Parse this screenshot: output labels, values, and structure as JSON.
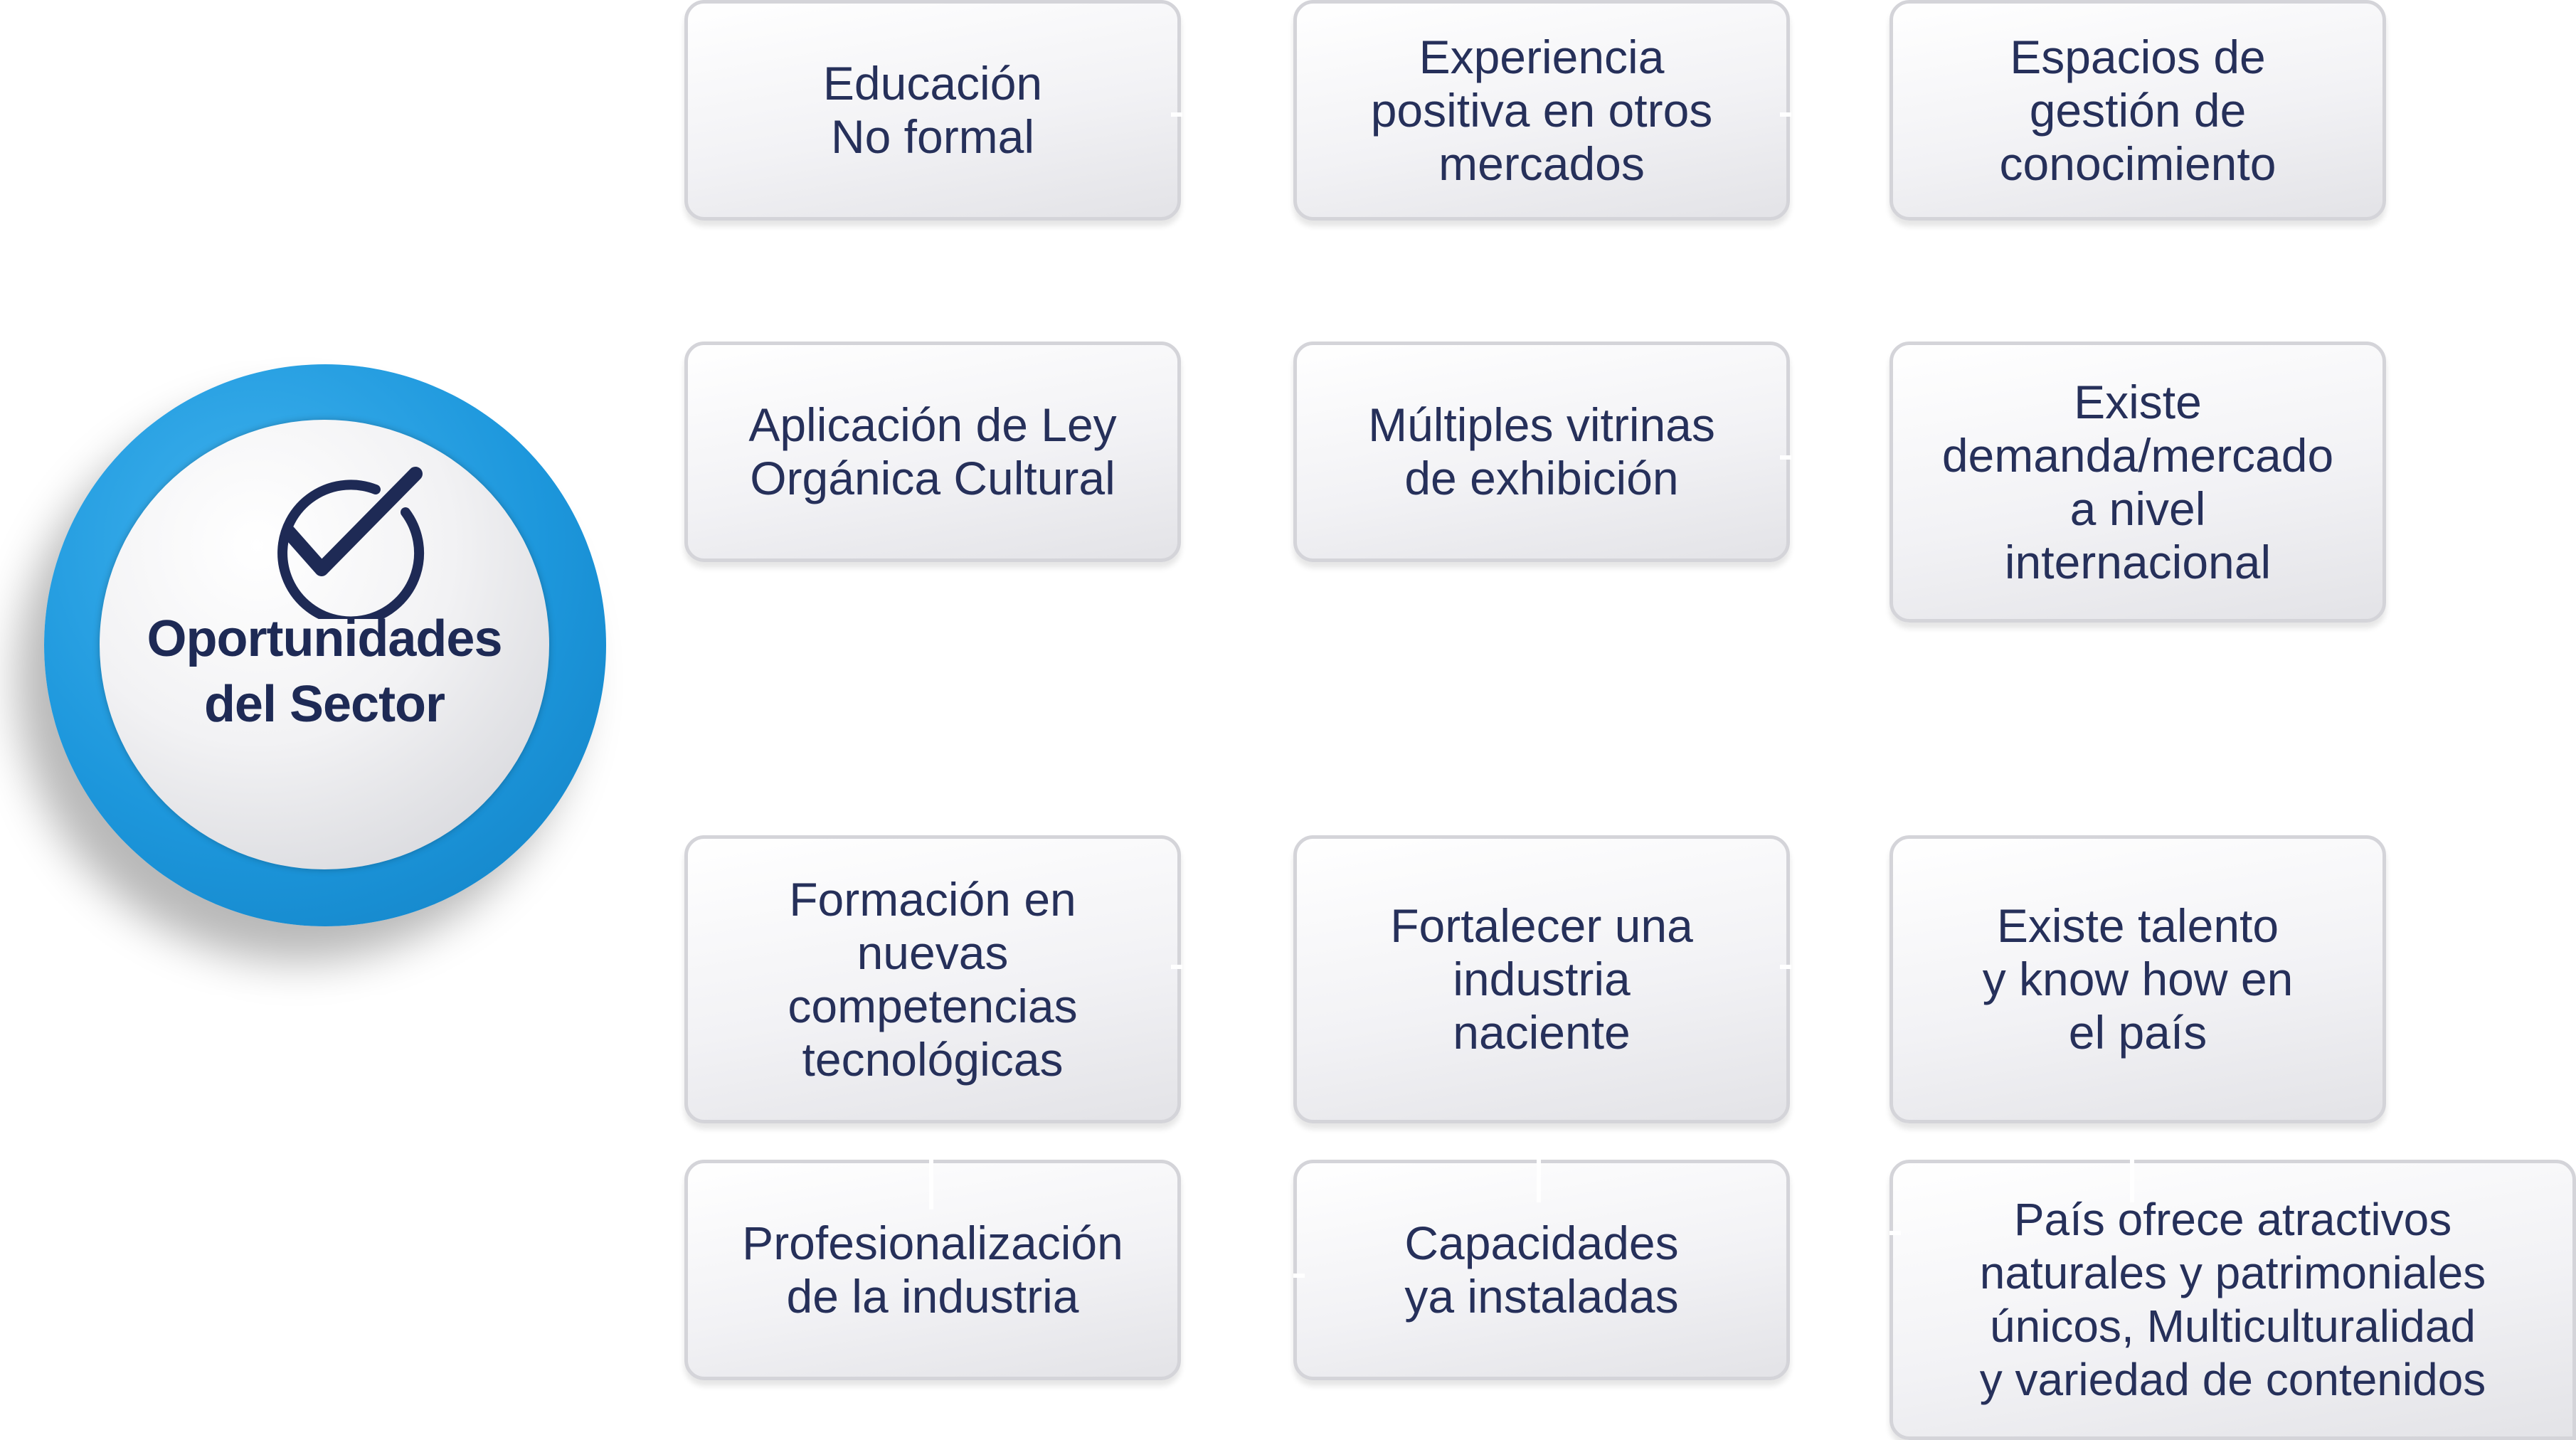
{
  "center": {
    "title_line1": "Oportunidades",
    "title_line2": "del Sector",
    "icon": "check-circle-icon"
  },
  "colors": {
    "ring_blue": "#1d97dc",
    "text_navy": "#1e2a55",
    "card_border": "#d4d4d9"
  },
  "cards": [
    {
      "text": "Educación\nNo formal"
    },
    {
      "text": "Experiencia\npositiva en otros\nmercados"
    },
    {
      "text": "Espacios de\ngestión de\nconocimiento"
    },
    {
      "text": "Aplicación de Ley\nOrgánica Cultural"
    },
    {
      "text": "Múltiples vitrinas\nde exhibición"
    },
    {
      "text": "Existe\ndemanda/mercado\na nivel\ninternacional"
    },
    {
      "text": "Formación en\nnuevas\ncompetencias\ntecnológicas"
    },
    {
      "text": "Fortalecer una\nindustria\nnaciente"
    },
    {
      "text": "Existe talento\ny know how en\nel país"
    },
    {
      "text": "Profesionalización\nde la industria"
    },
    {
      "text": "Capacidades\nya instaladas"
    },
    {
      "text": "País ofrece atractivos\nnaturales y patrimoniales\núnicos, Multiculturalidad\ny variedad de contenidos"
    }
  ]
}
